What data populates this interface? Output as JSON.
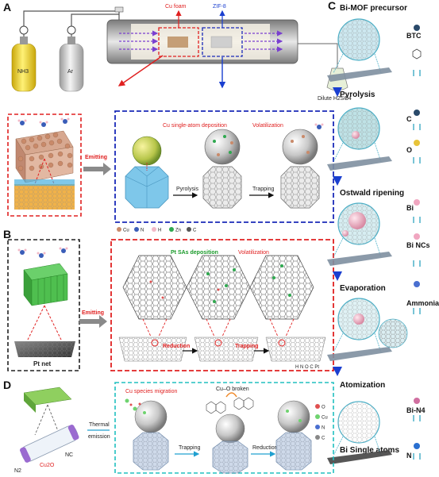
{
  "panels": {
    "a": "A",
    "b": "B",
    "c": "C",
    "d": "D"
  },
  "panel_a": {
    "gas1": "NH3",
    "gas2": "Ar",
    "cu_foam": "Cu foam",
    "zif8": "ZIF-8",
    "dilute": "Dilute H2SO4",
    "emitting": "Emitting",
    "cu_deposition": "Cu single-atom deposition",
    "volatilization": "Volatilization",
    "pyrolysis": "Pyrolysis",
    "trapping": "Trapping",
    "legend": [
      {
        "label": "Cu",
        "color": "#c98a6a"
      },
      {
        "label": "N",
        "color": "#3a5db8"
      },
      {
        "label": "H",
        "color": "#f2b8c6"
      },
      {
        "label": "Zn",
        "color": "#2fa84f"
      },
      {
        "label": "C",
        "color": "#555555"
      }
    ]
  },
  "panel_b": {
    "pt_net": "Pt net",
    "emitting": "Emitting",
    "pt_deposition": "Pt SAs deposition",
    "volatilization": "Volatilization",
    "reduction": "Reduction",
    "trapping": "Trapping",
    "legend": "H N O C Pt"
  },
  "panel_c": {
    "steps": [
      {
        "title": "Bi-MOF precursor",
        "side": "BTC"
      },
      {
        "title": "Pyrolysis",
        "side": "C"
      },
      {
        "title": "",
        "side": "O"
      },
      {
        "title": "Ostwald ripening",
        "side": "Bi"
      },
      {
        "title": "",
        "side": "Bi NCs"
      },
      {
        "title": "Evaporation",
        "side": "Ammonia"
      },
      {
        "title": "Atomization",
        "side": "Bi-N4"
      },
      {
        "title": "Bi Single atoms",
        "side": "N"
      }
    ]
  },
  "panel_d": {
    "n2": "N2",
    "cu2o": "Cu2O",
    "nc": "NC",
    "thermal": "Thermal",
    "emission": "emission",
    "migration": "Cu species migration",
    "broken": "Cu–O broken",
    "trapping": "Trapping",
    "reduction": "Reduction",
    "legend": [
      {
        "label": "O",
        "color": "#e05050"
      },
      {
        "label": "Cu",
        "color": "#6fd36f"
      },
      {
        "label": "N",
        "color": "#4a6fd0"
      },
      {
        "label": "C",
        "color": "#888888"
      }
    ]
  },
  "colors": {
    "red_dash": "#e02020",
    "blue_dash": "#1a2ab8",
    "cyan_dash": "#20c0c0",
    "nh3_tank": "#f5d21e",
    "ar_tank": "#d8d8d8",
    "arrow_gray": "#8a8a8a"
  }
}
